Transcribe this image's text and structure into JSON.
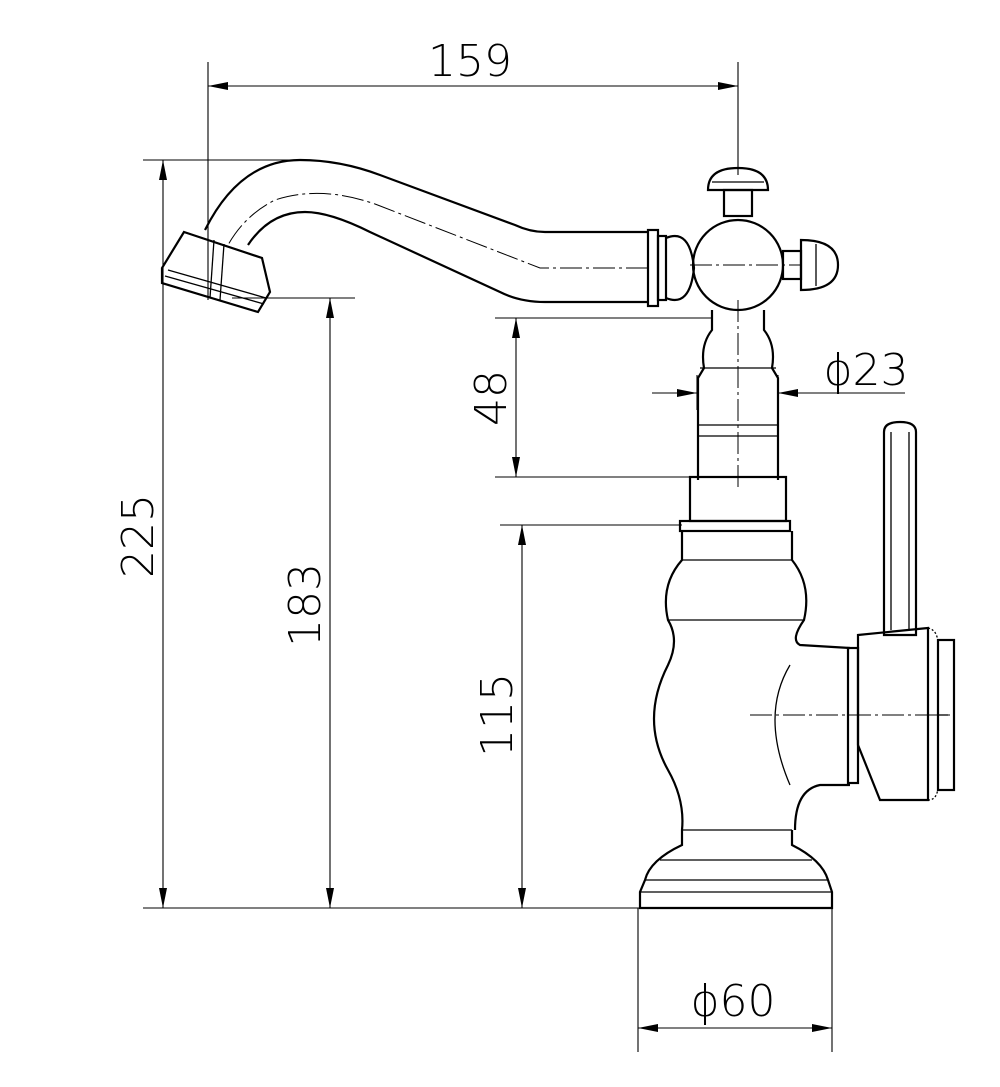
{
  "drawing": {
    "title": "Faucet side view dimension drawing",
    "dimensions": {
      "spout_reach": "159",
      "total_height": "225",
      "spout_outlet_height": "183",
      "neck_height": "48",
      "body_height": "115",
      "neck_diameter": "ϕ23",
      "base_diameter": "ϕ60"
    }
  }
}
